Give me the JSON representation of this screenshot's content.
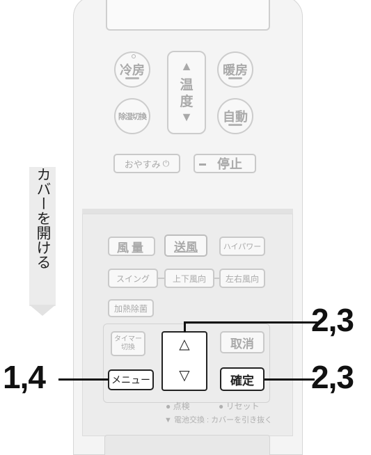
{
  "remote": {
    "buttons": {
      "cool": "冷房",
      "heat": "暖房",
      "dehumidify": "除湿切換",
      "auto": "自動",
      "temp_up": "▲",
      "temp_label_1": "温",
      "temp_label_2": "度",
      "temp_down": "▼",
      "sleep": "おやすみ",
      "sleep_symbol": "⏻",
      "stop": "停止",
      "fan_volume": "風量",
      "air_direction": "送風",
      "high_power": "ハイパワー",
      "swing": "スイング",
      "vertical_air": "上下風向",
      "horizontal_air": "左右風向",
      "heat_dry": "加熱除菌",
      "timer_line1": "タイマー",
      "timer_line2": "切換",
      "up_arrow": "△",
      "down_arrow": "▽",
      "cancel": "取消",
      "menu": "メニュー",
      "confirm": "確定"
    },
    "notes": {
      "check": "● 点検",
      "reset": "● リセット",
      "battery": "▼ 電池交換 : カバーを引き抜く"
    }
  },
  "side_label": "カバーを開ける",
  "steps": {
    "up_step": "2,3",
    "confirm_step": "2,3",
    "menu_step": "1,4"
  },
  "colors": {
    "remote_body": "#f4f4f4",
    "faded_text": "#a9a9a9",
    "highlight": "#222222"
  }
}
